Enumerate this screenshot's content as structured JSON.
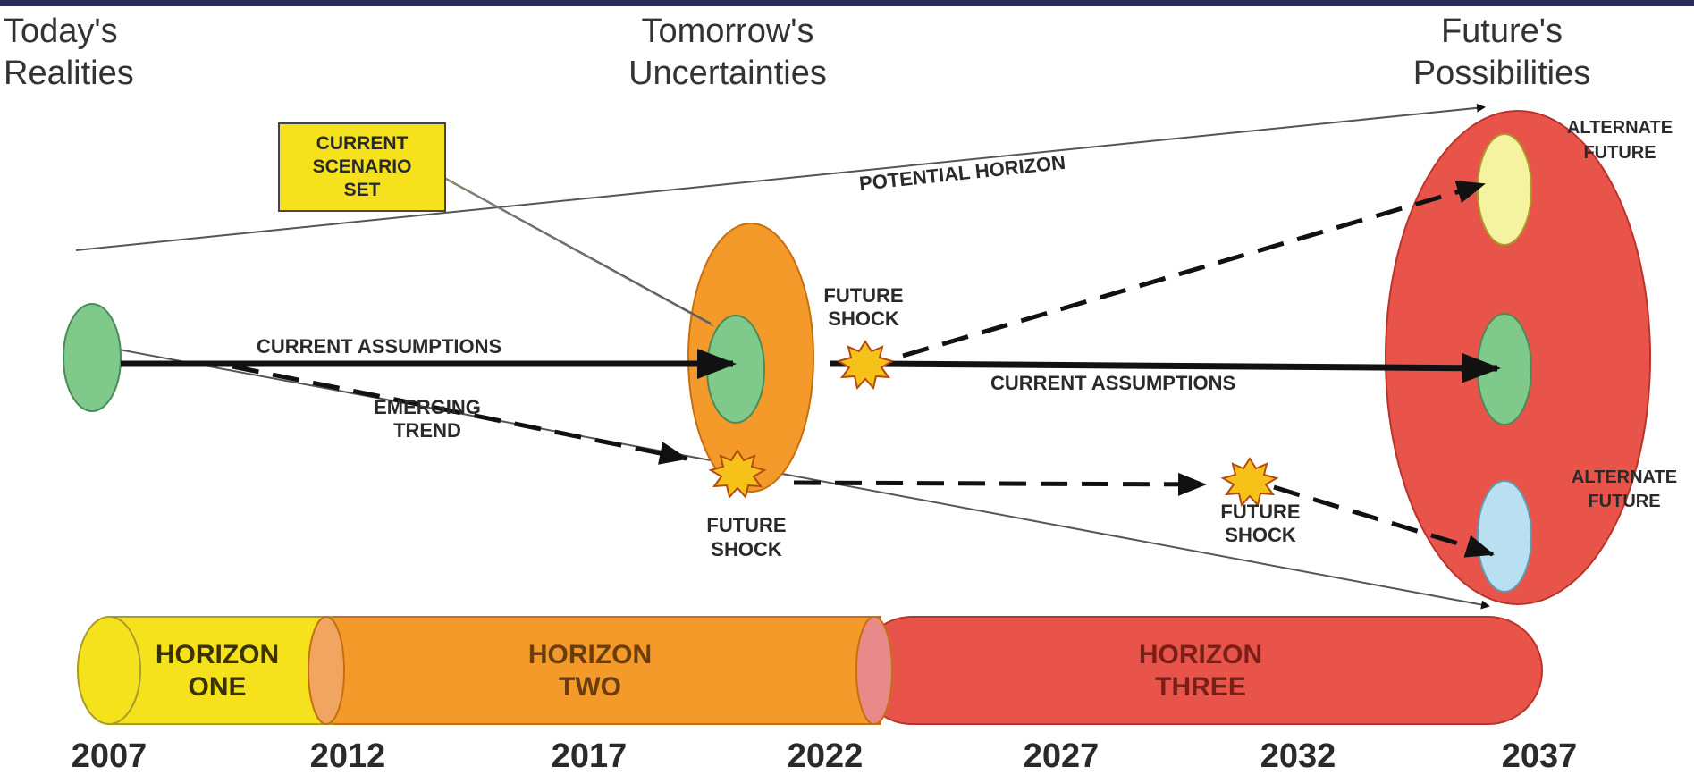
{
  "headings": {
    "today": [
      "Today's",
      "Realities"
    ],
    "tomorrow": [
      "Tomorrow's",
      "Uncertainties"
    ],
    "future": [
      "Future's",
      "Possibilities"
    ]
  },
  "callout": [
    "CURRENT",
    "SCENARIO",
    "SET"
  ],
  "labels": {
    "potential_horizon": "POTENTIAL HORIZON",
    "current_assumptions_left": "CURRENT ASSUMPTIONS",
    "current_assumptions_right": "CURRENT ASSUMPTIONS",
    "emerging_trend": [
      "EMERGING",
      "TREND"
    ],
    "future_shock_top": [
      "FUTURE",
      "SHOCK"
    ],
    "future_shock_bottom": [
      "FUTURE",
      "SHOCK"
    ],
    "future_shock_right": [
      "FUTURE",
      "SHOCK"
    ],
    "alternate_future_top": [
      "ALTERNATE",
      "FUTURE"
    ],
    "alternate_future_bottom": [
      "ALTERNATE",
      "FUTURE"
    ]
  },
  "horizons": [
    {
      "line1": "HORIZON",
      "line2": "ONE"
    },
    {
      "line1": "HORIZON",
      "line2": "TWO"
    },
    {
      "line1": "HORIZON",
      "line2": "THREE"
    }
  ],
  "years": [
    "2007",
    "2012",
    "2017",
    "2022",
    "2027",
    "2032",
    "2037"
  ],
  "colors": {
    "horizon_one": "#f5e11c",
    "horizon_two": "#f39a2a",
    "horizon_three": "#e9544a",
    "green_oval": "#7fc98a",
    "yellow_oval": "#f6f3a0",
    "blue_oval": "#b9dff0",
    "callout": "#f5e11c"
  }
}
